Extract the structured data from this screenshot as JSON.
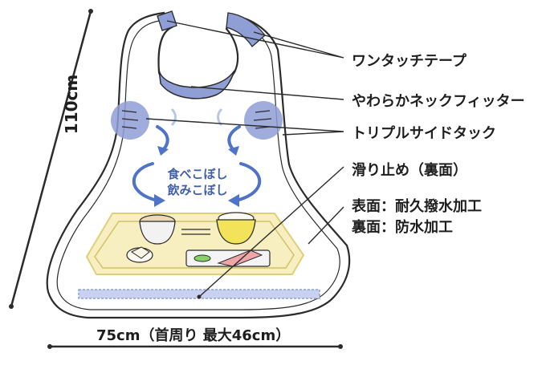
{
  "labels": {
    "one_touch_tape": "ワンタッチテープ",
    "neck_fitter": "やわらかネックフィッター",
    "triple_side_tuck": "トリプルサイドタック",
    "anti_slip": "滑り止め（裏面）",
    "surface_front": "表面：耐久撥水加工",
    "surface_back": "裏面：防水加工",
    "spill_eat": "食べこぼし",
    "spill_drink": "飲みこぼし",
    "width_dimension": "75cm（首周り 最大46cm）",
    "height_dimension": "110cm"
  },
  "colors": {
    "bib_fill": "#ffffff",
    "bib_outline": "#2b2b2b",
    "accent_blue": "#8f9fd6",
    "arrow_blue": "#4f73c7",
    "tray_fill": "#f7efbf",
    "tray_edge": "#e0cf7a",
    "soup_fill": "#ead7b6",
    "rice_bowl": "#f2e35a"
  }
}
